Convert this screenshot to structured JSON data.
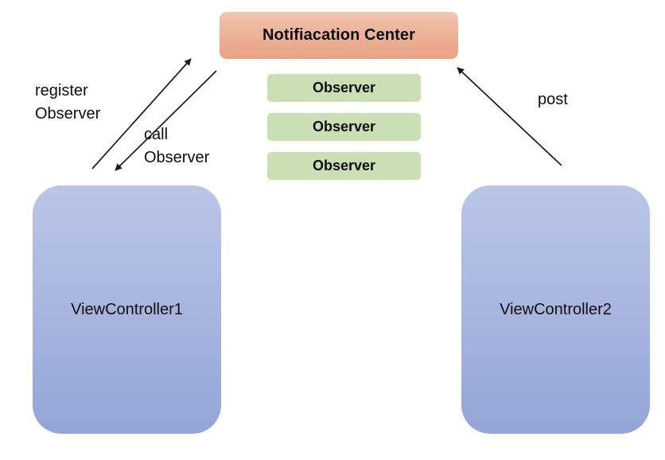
{
  "diagram": {
    "title": "Notification Center observer pattern diagram",
    "background_color": "#ffffff"
  },
  "notification_center": {
    "label": "Notifiacation Center",
    "fill_top": "#f0c5b0",
    "fill_bottom": "#e9a183",
    "text_color": "#0d0d0d"
  },
  "observers": [
    {
      "label": "Observer",
      "fill": "#cadfb3"
    },
    {
      "label": "Observer",
      "fill": "#cadfb3"
    },
    {
      "label": "Observer",
      "fill": "#cadfb3"
    }
  ],
  "view_controllers": [
    {
      "label": "ViewController1",
      "fill_top": "#bac5e7",
      "fill_bottom": "#93a5d7"
    },
    {
      "label": "ViewController2",
      "fill_top": "#bac5e7",
      "fill_bottom": "#93a5d7"
    }
  ],
  "edges": [
    {
      "id": "register-observer",
      "label": "register\nObserver",
      "from": "ViewController1",
      "to": "Notifiacation Center",
      "direction": "up-right",
      "color": "#1a1a1a"
    },
    {
      "id": "call-observer",
      "label": "call\nObserver",
      "from": "Notifiacation Center",
      "to": "ViewController1",
      "direction": "down-left",
      "color": "#1a1a1a"
    },
    {
      "id": "post",
      "label": "post",
      "from": "ViewController2",
      "to": "Notifiacation Center",
      "direction": "up-left",
      "color": "#1a1a1a"
    }
  ]
}
